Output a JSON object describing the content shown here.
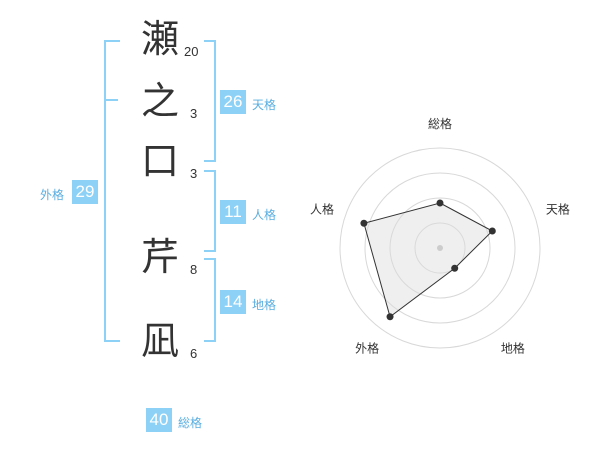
{
  "name": {
    "characters": [
      {
        "char": "瀬",
        "strokes": "20"
      },
      {
        "char": "之",
        "strokes": "3"
      },
      {
        "char": "口",
        "strokes": "3"
      },
      {
        "char": "芹",
        "strokes": "8"
      },
      {
        "char": "凪",
        "strokes": "6"
      }
    ]
  },
  "fortune": {
    "tenkaku": {
      "label": "天格",
      "value": "26"
    },
    "jinkaku": {
      "label": "人格",
      "value": "11"
    },
    "chikaku": {
      "label": "地格",
      "value": "14"
    },
    "gaikaku": {
      "label": "外格",
      "value": "29"
    },
    "soukaku": {
      "label": "総格",
      "value": "40"
    }
  },
  "chart_data": {
    "type": "radar",
    "axes": [
      "総格",
      "天格",
      "地格",
      "外格",
      "人格"
    ],
    "rings": 4,
    "values": [
      0.45,
      0.55,
      0.25,
      0.85,
      0.8
    ]
  }
}
